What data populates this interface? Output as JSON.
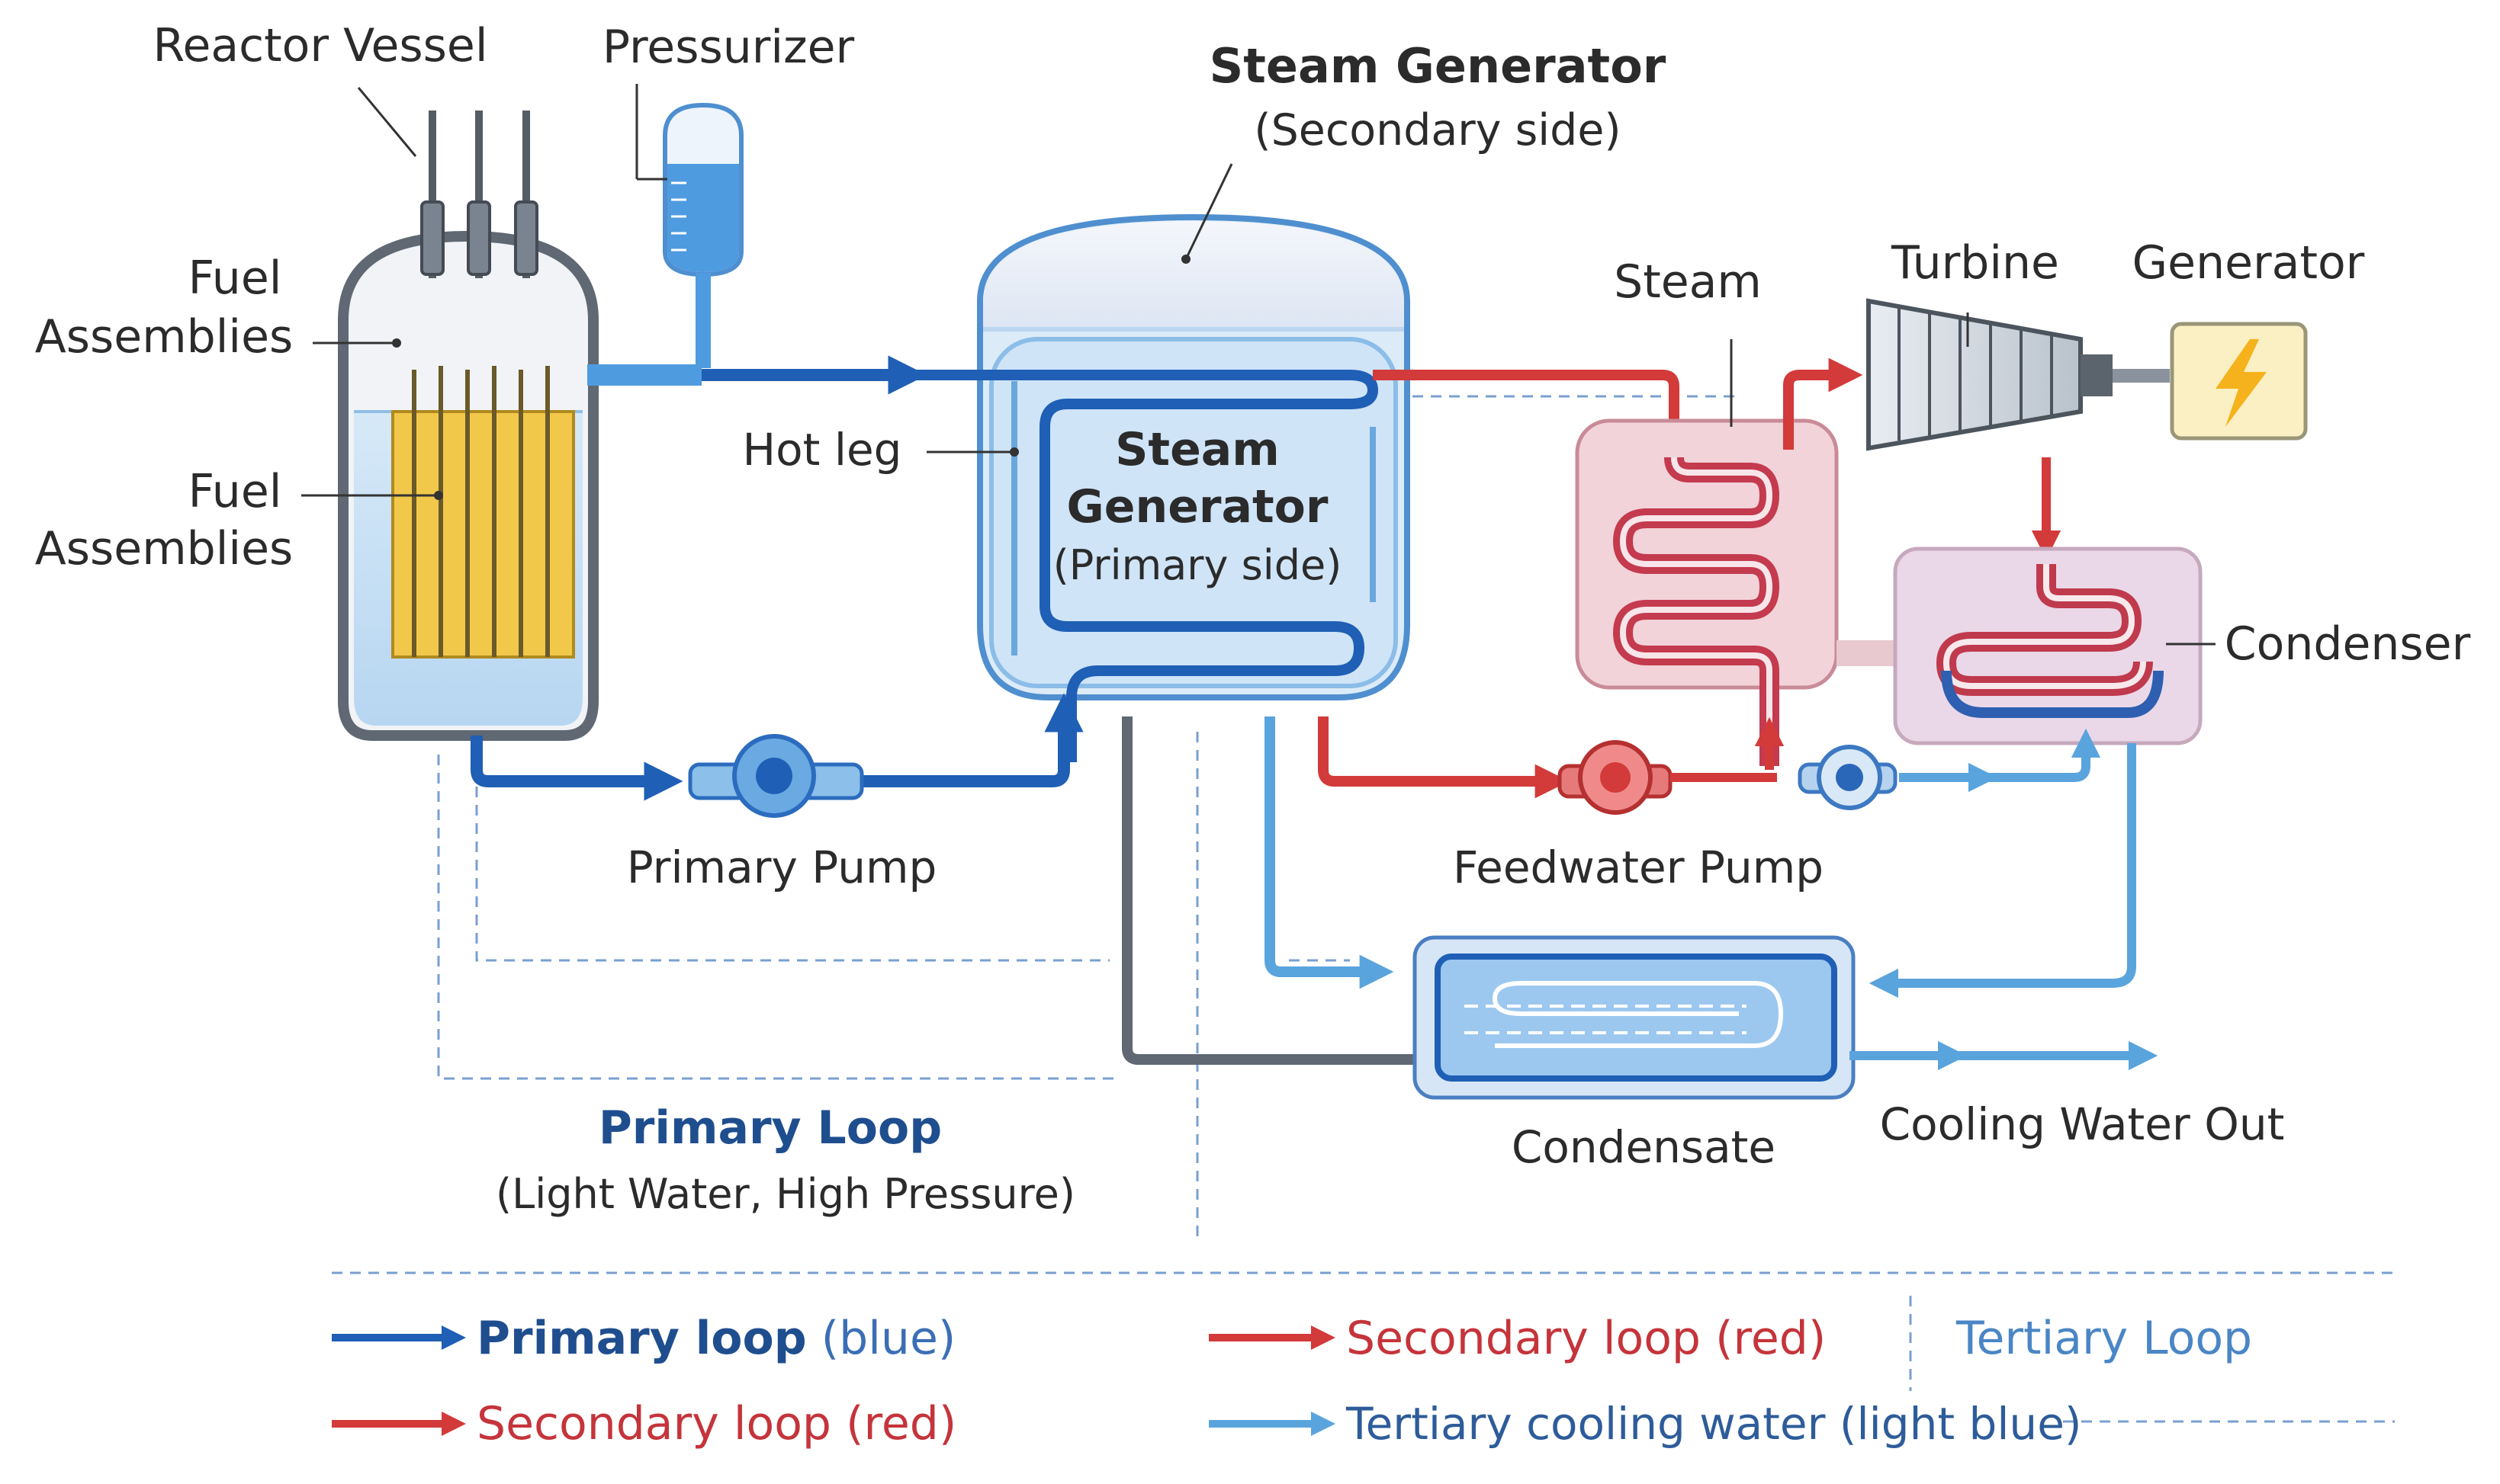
{
  "labels": {
    "reactor_vessel": "Reactor Vessel",
    "pressurizer": "Pressurizer",
    "sg_secondary_title": "Steam Generator",
    "sg_secondary_sub": "(Secondary side)",
    "fuel_assemblies_1_line1": "Fuel",
    "fuel_assemblies_1_line2": "Assemblies",
    "fuel_assemblies_2_line1": "Fuel",
    "fuel_assemblies_2_line2": "Assemblies",
    "hot_leg": "Hot leg",
    "sg_primary_line1": "Steam",
    "sg_primary_line2": "Generator",
    "sg_primary_sub": "(Primary side)",
    "steam": "Steam",
    "turbine": "Turbine",
    "generator": "Generator",
    "condenser": "Condenser",
    "primary_pump": "Primary Pump",
    "feedwater_pump": "Feedwater Pump",
    "condensate": "Condensate",
    "cooling_water_out": "Cooling Water Out",
    "primary_loop_title": "Primary Loop",
    "primary_loop_sub": "(Light Water, High Pressure)"
  },
  "legend": {
    "primary_bold": "Primary loop",
    "primary_rest": " (blue)",
    "secondary_top": "Secondary loop (red)",
    "tertiary_loop": "Tertiary Loop",
    "secondary_bottom": "Secondary loop (red)",
    "tertiary_cooling": "Tertiary cooling water (light blue)"
  },
  "colors": {
    "primary": "#1f5fb5",
    "secondary": "#d33a3a",
    "tertiary": "#5aa4de",
    "dashed": "#7a9fd0",
    "generator": "#f5c431"
  }
}
